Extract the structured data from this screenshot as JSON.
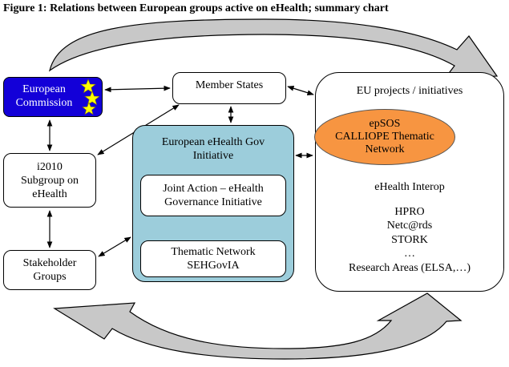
{
  "title": "Figure 1: Relations between European groups active on eHealth; summary chart",
  "nodes": {
    "european_commission": [
      "European",
      "Commission"
    ],
    "member_states": [
      "Member States"
    ],
    "i2010": [
      "i2010",
      "Subgroup on",
      "eHealth"
    ],
    "stakeholder_groups": [
      "Stakeholder",
      "Groups"
    ],
    "gov_initiative": [
      "European eHealth Gov",
      "Initiative"
    ],
    "joint_action": [
      "Joint Action – eHealth",
      "Governance Initiative"
    ],
    "thematic_network": [
      "Thematic Network",
      "SEHGovIA"
    ],
    "eu_projects": {
      "title": "EU projects / initiatives",
      "highlight": [
        "epSOS",
        "CALLIOPE Thematic",
        "Network"
      ],
      "items": [
        "eHealth Interop",
        "",
        "HPRO",
        "Netc@rds",
        "STORK",
        "…",
        "Research Areas (ELSA,…)"
      ]
    }
  },
  "colors": {
    "commission_fill": "#1300d8",
    "stars": "#ffff00",
    "gov_fill": "#9ccddb",
    "highlight_fill": "#f79541",
    "cycle_arrow_fill": "#c8c8c8"
  }
}
